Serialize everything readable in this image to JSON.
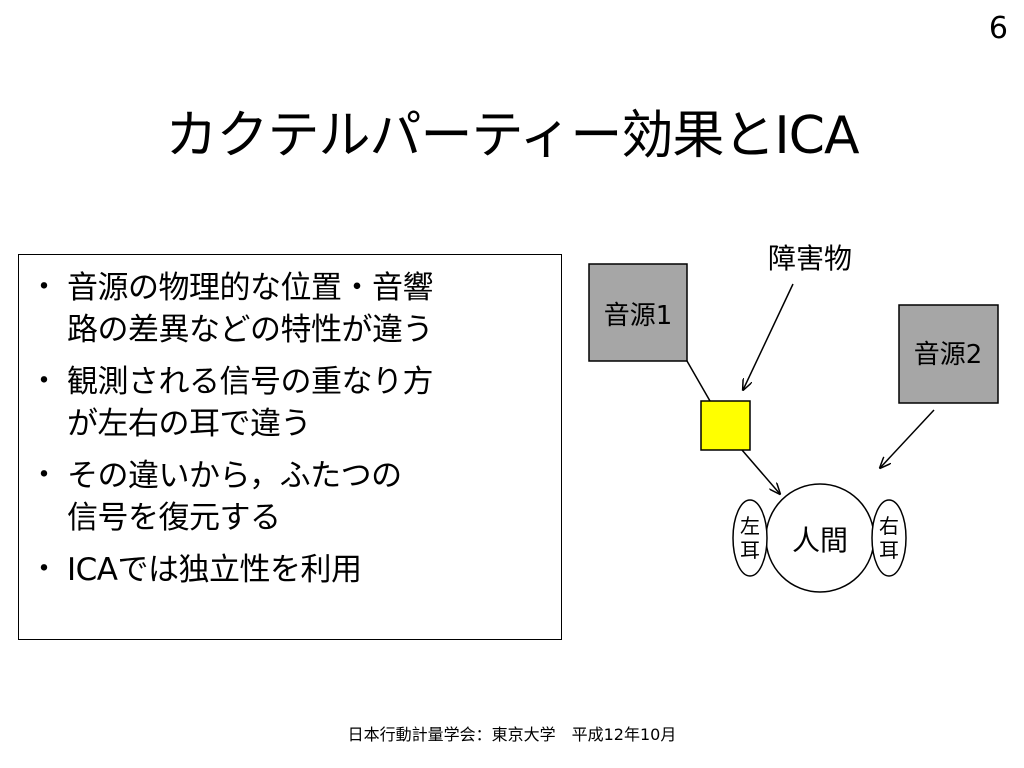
{
  "slide": {
    "number": "6",
    "title": "カクテルパーティー効果とICA",
    "footer": "日本行動計量学会：東京大学　平成12年10月"
  },
  "bullets": [
    {
      "marker": "・",
      "lines": [
        "音源の物理的な位置・音響",
        "路の差異などの特性が違う"
      ]
    },
    {
      "marker": "・",
      "lines": [
        "観測される信号の重なり方",
        "が左右の耳で違う"
      ]
    },
    {
      "marker": "・",
      "lines": [
        "その違いから，ふたつの",
        "信号を復元する"
      ]
    },
    {
      "marker": "・",
      "lines": [
        "ICAでは独立性を利用"
      ]
    }
  ],
  "diagram": {
    "obstacle_label": "障害物",
    "source1_label": "音源1",
    "source2_label": "音源2",
    "human_label": "人間",
    "left_ear_label": [
      "左",
      "耳"
    ],
    "right_ear_label": [
      "右",
      "耳"
    ],
    "colors": {
      "source_fill": "#a6a6a6",
      "obstacle_fill": "#ffff00",
      "stroke": "#000000"
    }
  }
}
